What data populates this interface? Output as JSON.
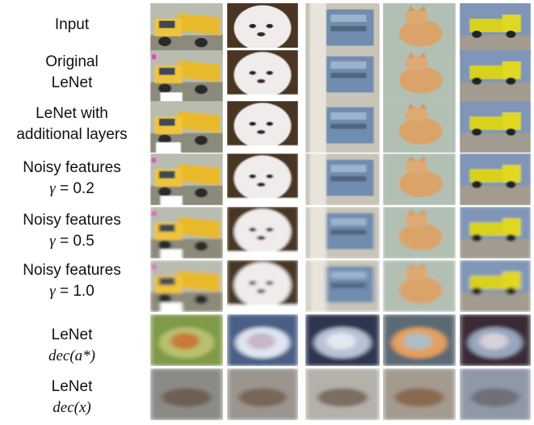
{
  "rows": [
    {
      "line1": "Input",
      "line2": ""
    },
    {
      "line1": "Original",
      "line2": "LeNet"
    },
    {
      "line1": "LeNet with",
      "line2": "additional layers"
    },
    {
      "line1": "Noisy features",
      "line2_pre": "γ",
      "line2_post": " = 0.2"
    },
    {
      "line1": "Noisy features",
      "line2_pre": "γ",
      "line2_post": " = 0.5"
    },
    {
      "line1": "Noisy features",
      "line2_pre": "γ",
      "line2_post": " = 1.0"
    },
    {
      "line1": "LeNet",
      "line2_math": "dec(a*)"
    },
    {
      "line1": "LeNet",
      "line2_math": "dec(x)"
    }
  ],
  "columns": [
    "truck",
    "dog",
    "truck-rear",
    "cat",
    "fire-truck"
  ],
  "colors": {
    "truck_yellow": "#e8b92a",
    "dog_white": "#efeceb",
    "truck_blue": "#6f8cae",
    "cat_orange": "#d9a36a",
    "firetruck_yellow": "#d8d21a"
  }
}
